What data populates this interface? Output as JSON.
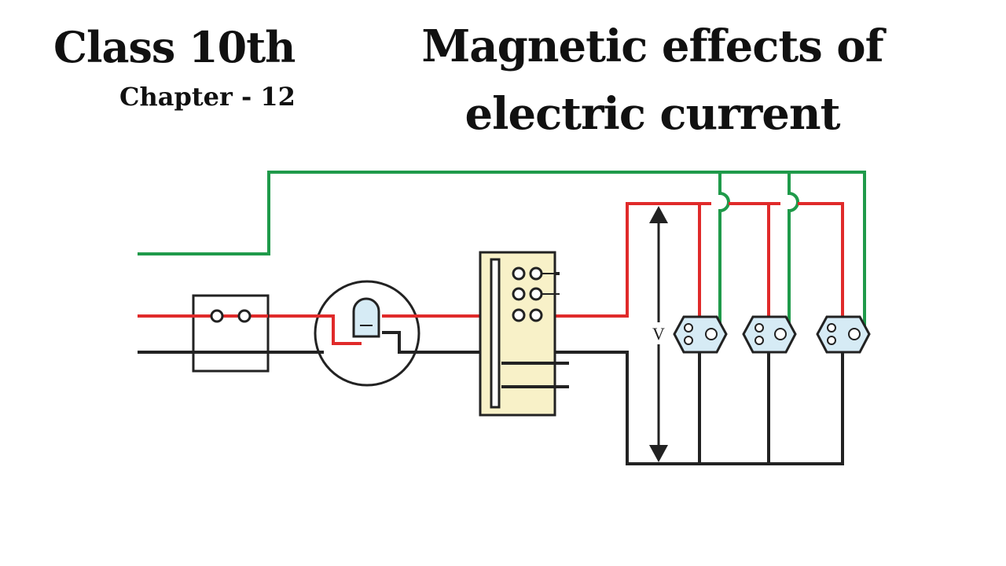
{
  "header": {
    "class_title": "Class 10th",
    "chapter_label": "Chapter - 12",
    "main_title": "Magnetic effects of electric current"
  },
  "diagram": {
    "voltage_label": "V",
    "colors": {
      "earth_wire": "#1f9a4a",
      "live_wire": "#e02a2a",
      "neutral_wire": "#222222",
      "meter_face": "#d6ebf5",
      "distribution_box": "#f8f1c8",
      "socket_face": "#d6ebf5"
    },
    "components": [
      "fuse-box",
      "electricity-meter",
      "distribution-board",
      "socket-1",
      "socket-2",
      "socket-3"
    ]
  }
}
